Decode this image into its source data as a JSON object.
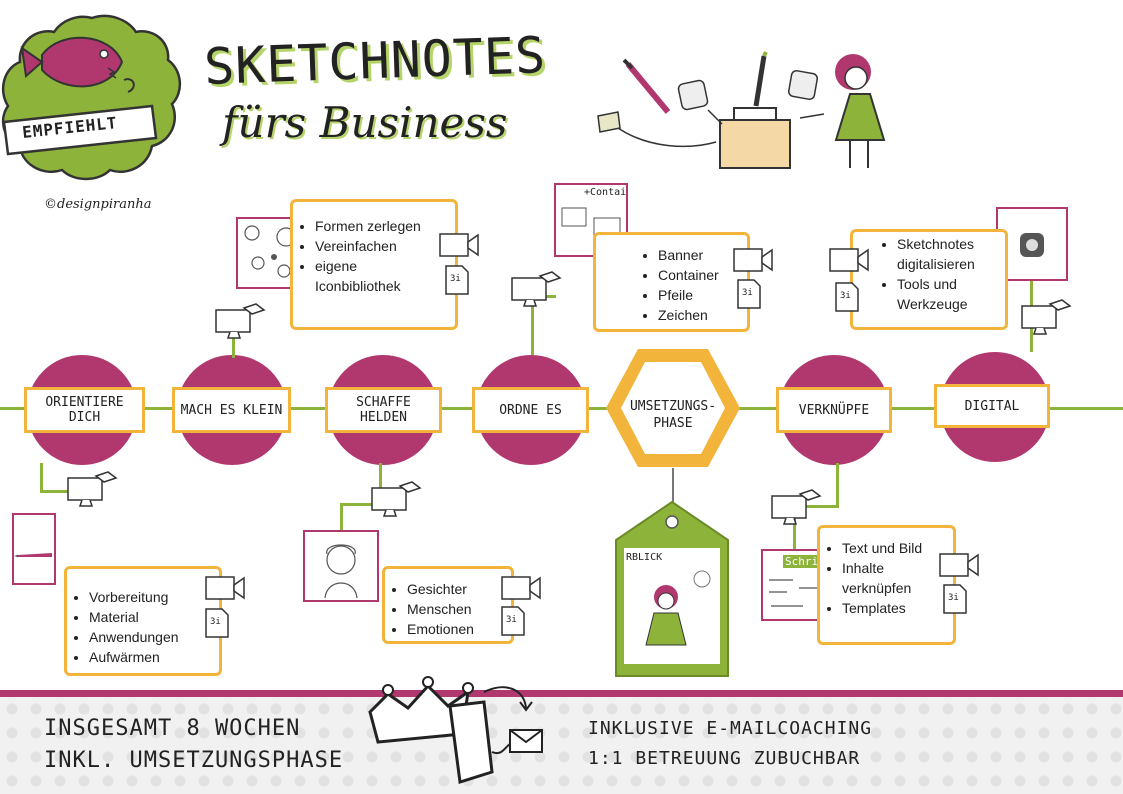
{
  "badge": {
    "label": "EMPFIEHLT",
    "credit": "©designpiranha"
  },
  "title": {
    "line1": "Sketchnotes",
    "line2": "fürs Business"
  },
  "colors": {
    "accent": "#b0386f",
    "line": "#8db33a",
    "frame": "#f2b43b",
    "badge": "#8db33a"
  },
  "steps": [
    {
      "label": "ORIENTIERE DICH",
      "items": [
        "Vorbereitung",
        "Material",
        "Anwendungen",
        "Aufwärmen"
      ]
    },
    {
      "label": "MACH ES KLEIN",
      "items": [
        "Formen zerlegen",
        "Vereinfachen",
        "eigene Iconbibliothek"
      ]
    },
    {
      "label": "SCHAFFE HELDEN",
      "items": [
        "Gesichter",
        "Menschen",
        "Emotionen"
      ]
    },
    {
      "label": "ORDNE ES",
      "items": [
        "Banner",
        "Container",
        "Pfeile",
        "Zeichen"
      ]
    },
    {
      "label": "UMSETZUNGS-PHASE",
      "items": []
    },
    {
      "label": "VERKNÜPFE",
      "items": [
        "Text und Bild",
        "Inhalte verknüpfen",
        "Templates"
      ]
    },
    {
      "label": "DIGITAL",
      "items": [
        "Sketchnotes digitalisieren",
        "Tools und Werkzeuge"
      ]
    }
  ],
  "thumbs": {
    "ordne": "+Contain",
    "verknuepfe": "Schrift",
    "umsetzung": "RBLICK"
  },
  "video_badge": "3i",
  "footer": {
    "left_line1": "INSGESAMT 8 WOCHEN",
    "left_line2": "INKL. UMSETZUNGSPHASE",
    "right_line1": "INKLUSIVE E-MAILCOACHING",
    "right_line2": "1:1 BETREUUNG ZUBUCHBAR"
  }
}
